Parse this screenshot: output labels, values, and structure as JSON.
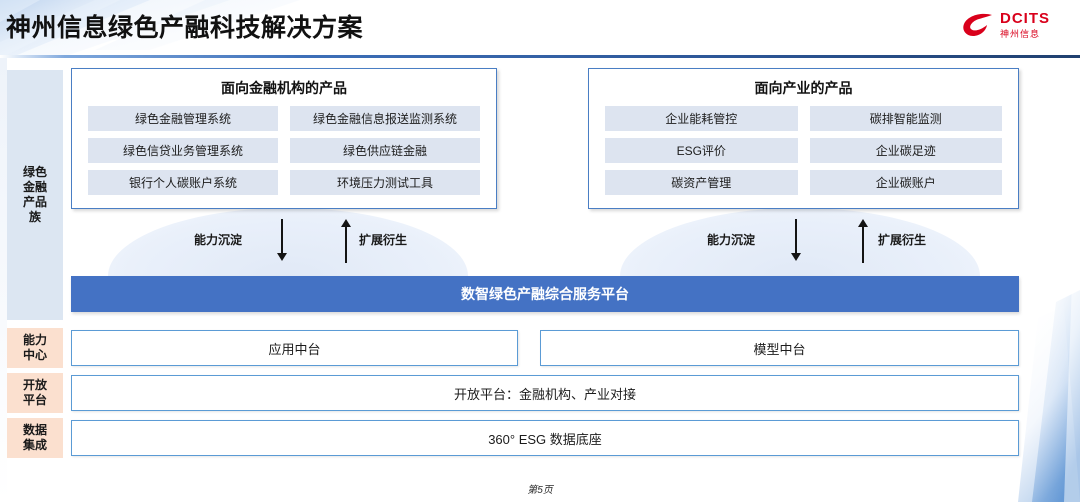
{
  "header": {
    "title": "神州信息绿色产融科技解决方案",
    "logo": {
      "brand": "DCITS",
      "brand_cn": "神州信息",
      "mark": "swirl-icon",
      "color": "#d9001b"
    }
  },
  "sidebar": {
    "items": [
      {
        "id": "green-finance-family",
        "label": "绿色\n金融\n产品\n族",
        "color": "#dce6f2"
      },
      {
        "id": "ability-center",
        "label": "能力\n中心",
        "color": "#fbe0cf"
      },
      {
        "id": "open-platform",
        "label": "开放\n平台",
        "color": "#fbe0cf"
      },
      {
        "id": "data-integration",
        "label": "数据\n集成",
        "color": "#fbe0cf"
      }
    ]
  },
  "panels": [
    {
      "id": "financial-institution-products",
      "title": "面向金融机构的产品",
      "products": [
        "绿色金融管理系统",
        "绿色金融信息报送监测系统",
        "绿色信贷业务管理系统",
        "绿色供应链金融",
        "银行个人碳账户系统",
        "环境压力测试工具"
      ]
    },
    {
      "id": "industry-products",
      "title": "面向产业的产品",
      "products": [
        "企业能耗管控",
        "碳排智能监测",
        "ESG评价",
        "企业碳足迹",
        "碳资产管理",
        "企业碳账户"
      ]
    }
  ],
  "flows": {
    "left": {
      "precipitate": "能力沉淀",
      "derive": "扩展衍生"
    },
    "right": {
      "precipitate": "能力沉淀",
      "derive": "扩展衍生"
    }
  },
  "platform": {
    "label": "数智绿色产融综合服务平台",
    "color": "#4472c4"
  },
  "rows": {
    "ability": [
      {
        "id": "application-middle-platform",
        "label": "应用中台"
      },
      {
        "id": "model-middle-platform",
        "label": "模型中台"
      }
    ],
    "open": {
      "id": "open-platform-row",
      "label": "开放平台：金融机构、产业对接"
    },
    "data": {
      "id": "data-foundation-row",
      "label": "360° ESG 数据底座"
    }
  },
  "footer": {
    "page_label": "第5页"
  },
  "theme": {
    "accent_blue": "#4472c4",
    "border_blue": "#5b9bd5",
    "panel_border": "#4a7ec4",
    "chip_bg": "#dde4f0",
    "peach": "#fbe0cf",
    "pale_blue": "#dce6f2"
  }
}
